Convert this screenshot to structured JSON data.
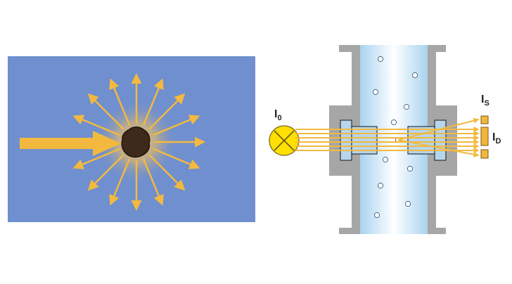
{
  "labels": {
    "source": "I",
    "source_sub": "0",
    "scatter_detector": "I",
    "scatter_detector_sub": "S",
    "direct_detector": "I",
    "direct_detector_sub": "D"
  },
  "colors": {
    "panel_blue": "#6f8fcf",
    "beam_gold": "#f3b93e",
    "particle_dark": "#3d2a1a",
    "cell_gray": "#a6a6a6",
    "window_blue": "#b7d6ec",
    "flow_blue": "#cfe6f6",
    "source_yellow": "#ffe000",
    "detector_gold": "#f1b73b"
  },
  "icons": {
    "particle": "particle-blob-icon",
    "source": "light-source-icon",
    "detector": "detector-icon"
  }
}
